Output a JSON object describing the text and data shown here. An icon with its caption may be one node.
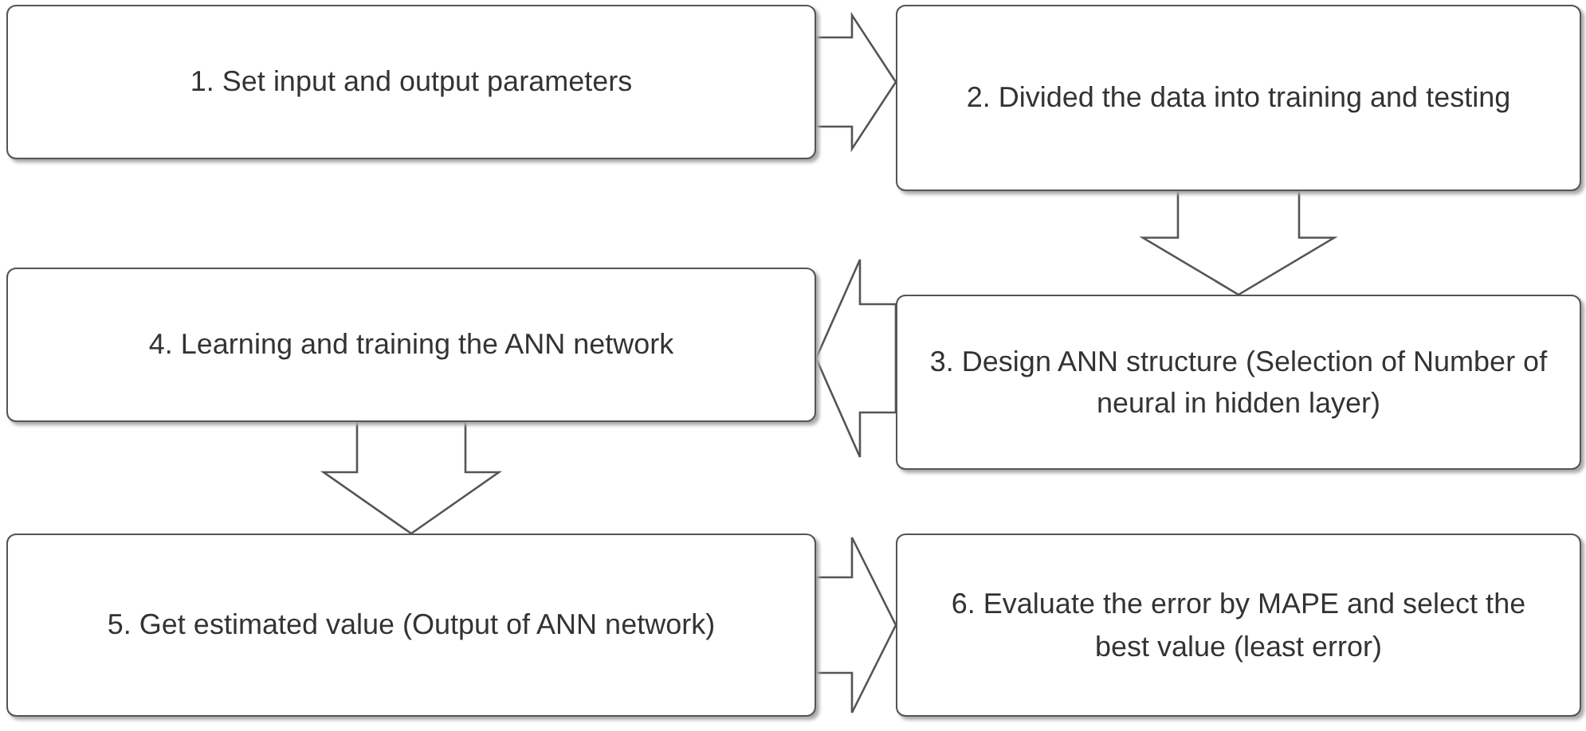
{
  "diagram": {
    "nodes": [
      {
        "text": [
          "1. Set input and output parameters"
        ]
      },
      {
        "text": [
          "2. Divided the data into training and testing"
        ]
      },
      {
        "text": [
          "3. Design ANN structure (Selection of Number of neural in hidden layer)"
        ]
      },
      {
        "text": [
          "4. Learning and training the ANN network"
        ]
      },
      {
        "text": [
          "5. Get estimated value (Output of ANN network)"
        ]
      },
      {
        "text": [
          "6. Evaluate the error by MAPE and select the best value (least error)"
        ]
      }
    ],
    "edges": [
      {
        "from": 0,
        "to": 1,
        "arrow": "to"
      },
      {
        "from": 1,
        "to": 2,
        "arrow": "to"
      },
      {
        "from": 2,
        "to": 3,
        "arrow": "to"
      },
      {
        "from": 3,
        "to": 4,
        "arrow": "to"
      },
      {
        "from": 4,
        "to": 5,
        "arrow": "to"
      }
    ]
  }
}
